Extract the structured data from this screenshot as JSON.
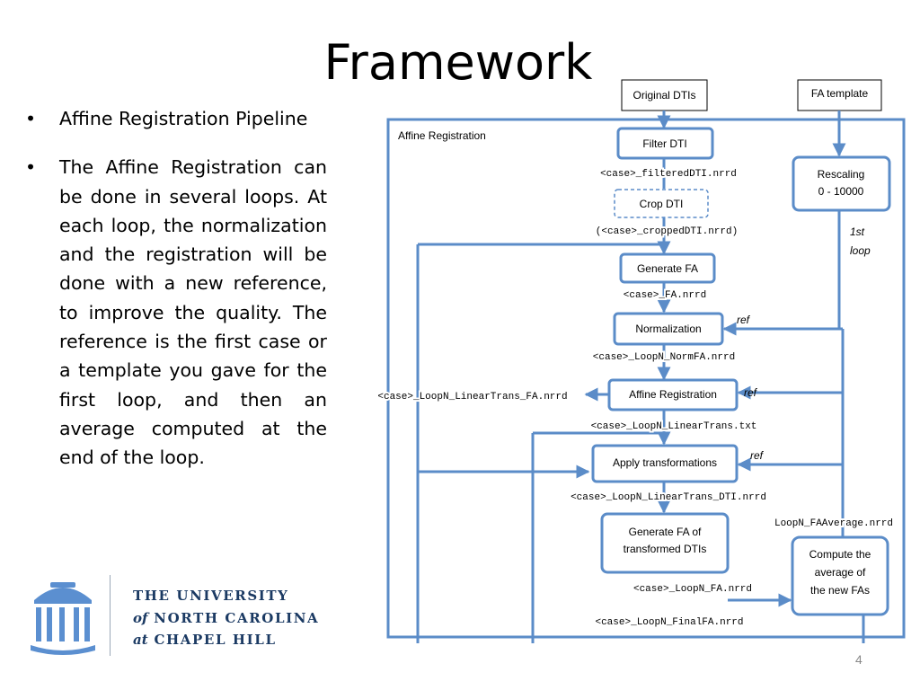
{
  "slide": {
    "title": "Framework",
    "page_number": "4",
    "bullets": [
      "Affine Registration Pipeline",
      "The Affine Registration can be done in several loops. At each loop, the normalization and the registration will be done with a new reference, to improve the quality. The reference is the first case or a template you gave for the first loop, and then an average computed at the end of the loop."
    ]
  },
  "logo": {
    "line1": "THE UNIVERSITY",
    "line2_prefix": "of",
    "line2": "NORTH CAROLINA",
    "line3_prefix": "at",
    "line3": "CHAPEL HILL",
    "color": "#1b3a63"
  },
  "diagram": {
    "container_label": "Affine Registration",
    "stroke_color": "#5b8cc8",
    "inputs": {
      "original_dtis": "Original DTIs",
      "fa_template": "FA template"
    },
    "boxes": {
      "filter_dti": "Filter DTI",
      "crop_dti": "Crop DTI",
      "generate_fa": "Generate FA",
      "normalization": "Normalization",
      "affine_registration": "Affine Registration",
      "apply_transformations": "Apply transformations",
      "generate_fa_transformed_1": "Generate FA of",
      "generate_fa_transformed_2": "transformed DTIs",
      "rescaling_1": "Rescaling",
      "rescaling_2": "0 - 10000",
      "compute_average_1": "Compute the",
      "compute_average_2": "average of",
      "compute_average_3": "the new FAs"
    },
    "files": {
      "filtered": "<case>_filteredDTI.nrrd",
      "cropped": "(<case>_croppedDTI.nrrd)",
      "fa": "<case>_FA.nrrd",
      "normfa": "<case>_LoopN_NormFA.nrrd",
      "linear_fa": "<case>_LoopN_LinearTrans_FA.nrrd",
      "linear_txt": "<case>_LoopN_LinearTrans.txt",
      "linear_dti": "<case>_LoopN_LinearTrans_DTI.nrrd",
      "fa_average": "LoopN_FAAverage.nrrd",
      "loop_fa": "<case>_LoopN_FA.nrrd",
      "final_fa": "<case>_LoopN_FinalFA.nrrd"
    },
    "annotations": {
      "ref": "ref",
      "first_1": "1st",
      "first_2": "loop"
    }
  }
}
